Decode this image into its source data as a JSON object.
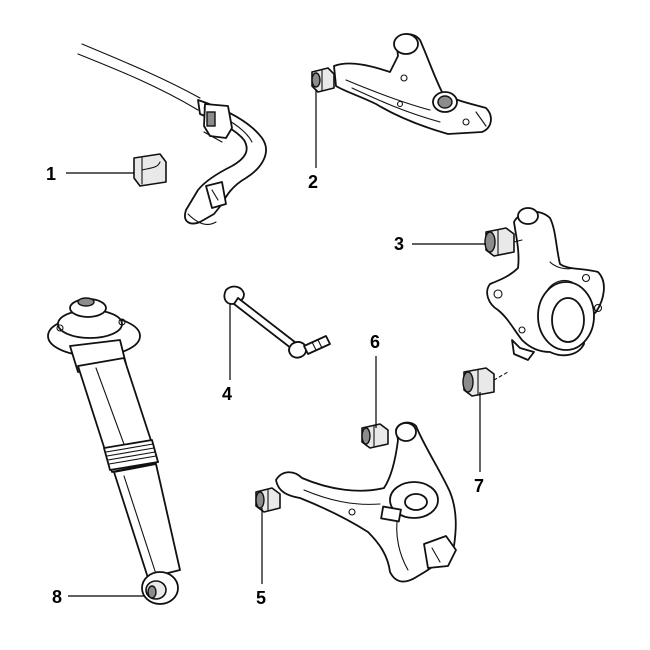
{
  "callouts": [
    {
      "id": "1",
      "label": "1"
    },
    {
      "id": "2",
      "label": "2"
    },
    {
      "id": "3",
      "label": "3"
    },
    {
      "id": "4",
      "label": "4"
    },
    {
      "id": "5",
      "label": "5"
    },
    {
      "id": "6",
      "label": "6"
    },
    {
      "id": "7",
      "label": "7"
    },
    {
      "id": "8",
      "label": "8"
    }
  ],
  "parts": [
    {
      "callout": "1",
      "icon": "stabilizer-bar-bushing"
    },
    {
      "callout": "2",
      "icon": "upper-control-arm-bushing"
    },
    {
      "callout": "3",
      "icon": "knuckle-upper-bushing"
    },
    {
      "callout": "4",
      "icon": "stabilizer-link"
    },
    {
      "callout": "5",
      "icon": "lower-control-arm-front-bushing"
    },
    {
      "callout": "6",
      "icon": "lower-control-arm-rear-bushing"
    },
    {
      "callout": "7",
      "icon": "knuckle-lower-bushing"
    },
    {
      "callout": "8",
      "icon": "shock-absorber-lower-bushing"
    }
  ],
  "assemblies": [
    {
      "icon": "stabilizer-bar"
    },
    {
      "icon": "upper-control-arm"
    },
    {
      "icon": "steering-knuckle"
    },
    {
      "icon": "lower-control-arm"
    },
    {
      "icon": "shock-absorber"
    }
  ],
  "colors": {
    "line": "#111111",
    "background": "#ffffff",
    "shade": "#e9e9e9"
  }
}
